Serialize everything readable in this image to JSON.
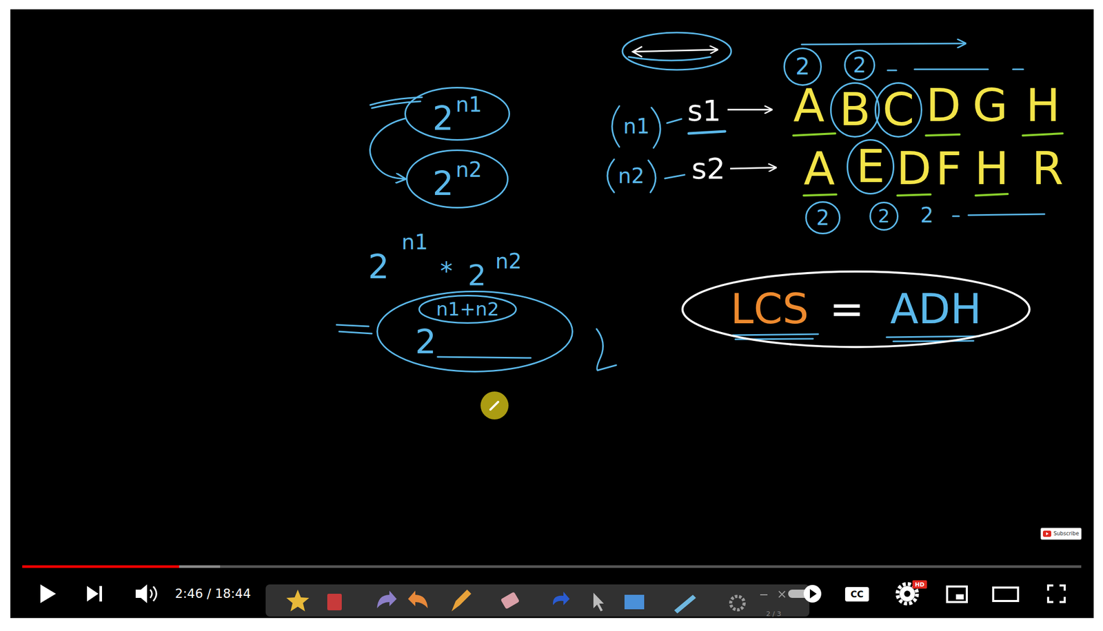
{
  "diagram": {
    "nodes": [
      {
        "text": [
          "2",
          "n1"
        ]
      },
      {
        "text": [
          "2",
          "n2"
        ]
      },
      {
        "text": [
          "2"
        ]
      },
      {
        "text": [
          "n1+n2"
        ],
        "in": 2
      },
      {
        "text": [
          "2"
        ]
      },
      {
        "text": [
          "2"
        ]
      },
      {
        "text": [
          "B"
        ]
      },
      {
        "text": [
          "C"
        ]
      },
      {
        "text": [
          "E"
        ]
      },
      {
        "text": [
          "2"
        ]
      },
      {
        "text": [
          "2"
        ]
      },
      {
        "text": [
          "LCS",
          "=",
          "ADH"
        ]
      }
    ],
    "edges": [
      {
        "from": 0,
        "to": 1,
        "arrow": "to"
      }
    ],
    "labels": [
      "2",
      "n1",
      "*",
      "2",
      "n2",
      "n1",
      "s1",
      "A",
      "D",
      "G",
      "H",
      "n2",
      "s2",
      "A",
      "D",
      "F",
      "H",
      "R",
      "2",
      "2:46 / 18:44",
      "Subscribe",
      "CC",
      "HD",
      "2 / 3"
    ]
  }
}
